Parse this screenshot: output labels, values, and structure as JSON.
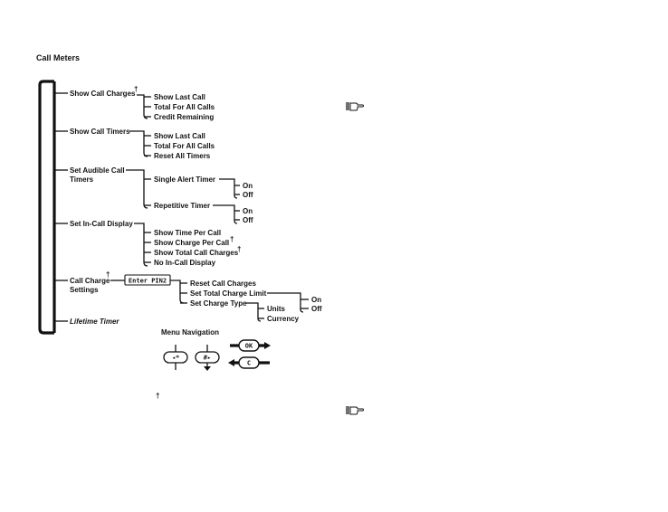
{
  "title": "Call Meters",
  "dagger": "†",
  "menu": {
    "show_call_charges": {
      "label": "Show Call Charges",
      "options": [
        "Show Last Call",
        "Total For All Calls",
        "Credit Remaining"
      ]
    },
    "show_call_timers": {
      "label": "Show Call Timers",
      "options": [
        "Show Last Call",
        "Total For All Calls",
        "Reset All Timers"
      ]
    },
    "set_audible_call_timers": {
      "label_line1": "Set Audible Call",
      "label_line2": "Timers",
      "options": [
        "Single Alert Timer",
        "Repetitive Timer"
      ],
      "single_alert_choices": [
        "On",
        "Off"
      ],
      "repetitive_choices": [
        "On",
        "Off"
      ]
    },
    "set_in_call_display": {
      "label": "Set In-Call Display",
      "options": [
        "Show Time Per Call",
        "Show Charge Per Call",
        "Show Total Call Charges",
        "No In-Call Display"
      ]
    },
    "call_charge_settings": {
      "label_line1": "Call Charge",
      "label_line2": "Settings",
      "pin_label": "Enter PIN2",
      "options": [
        "Reset Call Charges",
        "Set Total Charge Limit",
        "Set Charge Type"
      ],
      "charge_limit_choices": [
        "On",
        "Off"
      ],
      "charge_type_choices": [
        "Units",
        "Currency"
      ]
    },
    "lifetime_timer": {
      "label": "Lifetime Timer"
    }
  },
  "navigation": {
    "title": "Menu Navigation",
    "key_ok": "OK",
    "key_c": "C",
    "key_scroll_left": "◂*",
    "key_scroll_right": "#▸"
  },
  "footnote_marker": "†",
  "reference_icon": "pointing-hand-book-icon"
}
